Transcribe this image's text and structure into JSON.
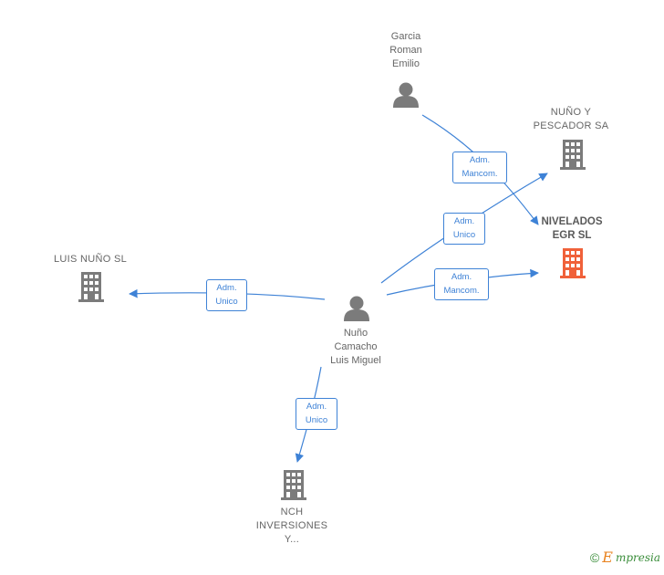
{
  "colors": {
    "edge": "#3e82d6",
    "node_gray": "#7b7b7b",
    "node_highlight": "#f0613a",
    "label_gray": "#666666"
  },
  "nodes": {
    "garcia": {
      "label": "Garcia\nRoman\nEmilio",
      "icon": "person-icon"
    },
    "nunoypescador": {
      "label": "NUÑO Y\nPESCADOR SA",
      "icon": "building-icon"
    },
    "nivelados": {
      "label": "NIVELADOS\nEGR  SL",
      "icon": "building-icon"
    },
    "luisnuno": {
      "label": "LUIS NUÑO  SL",
      "icon": "building-icon"
    },
    "nuno": {
      "label": "Nuño\nCamacho\nLuis Miguel",
      "icon": "person-icon"
    },
    "nch": {
      "label": "NCH\nINVERSIONES\nY...",
      "icon": "building-icon"
    }
  },
  "edges": {
    "garcia_nivelados": {
      "label": "Adm.\nMancom."
    },
    "nuno_nunoypescador": {
      "label": "Adm.\nUnico"
    },
    "nuno_nivelados": {
      "label": "Adm.\nMancom."
    },
    "nuno_luisnuno": {
      "label": "Adm.\nUnico"
    },
    "nuno_nch": {
      "label": "Adm.\nUnico"
    }
  },
  "footer": {
    "copyright_symbol": "©",
    "brand_initial": "E",
    "brand_rest": "mpresia"
  }
}
